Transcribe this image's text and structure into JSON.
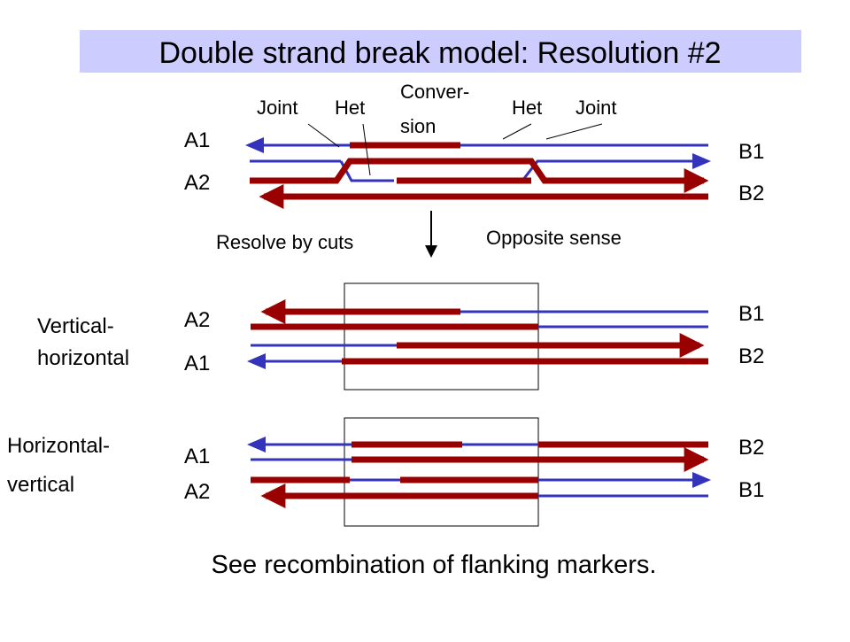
{
  "title": "Double strand break model: Resolution #2",
  "top": {
    "labels": {
      "joint_left": "Joint",
      "het_left": "Het",
      "conversion_line1": "Conver-",
      "conversion_line2": "sion",
      "het_right": "Het",
      "joint_right": "Joint"
    },
    "left_strands": [
      "A1",
      "A2"
    ],
    "right_strands": [
      "B1",
      "B2"
    ]
  },
  "arrow_caption": "Resolve by cuts",
  "sense_caption": "Opposite sense",
  "vertical_horizontal": {
    "name_line1": "Vertical-",
    "name_line2": "horizontal",
    "left_strands": [
      "A2",
      "A1"
    ],
    "right_strands": [
      "B1",
      "B2"
    ]
  },
  "horizontal_vertical": {
    "name_line1": "Horizontal-",
    "name_line2": "vertical",
    "left_strands": [
      "A1",
      "A2"
    ],
    "right_strands": [
      "B2",
      "B1"
    ]
  },
  "footer": "See recombination of flanking markers.",
  "colors": {
    "red_strand": "#990000",
    "blue_strand": "#3333bb",
    "title_bg": "#ccccff"
  }
}
